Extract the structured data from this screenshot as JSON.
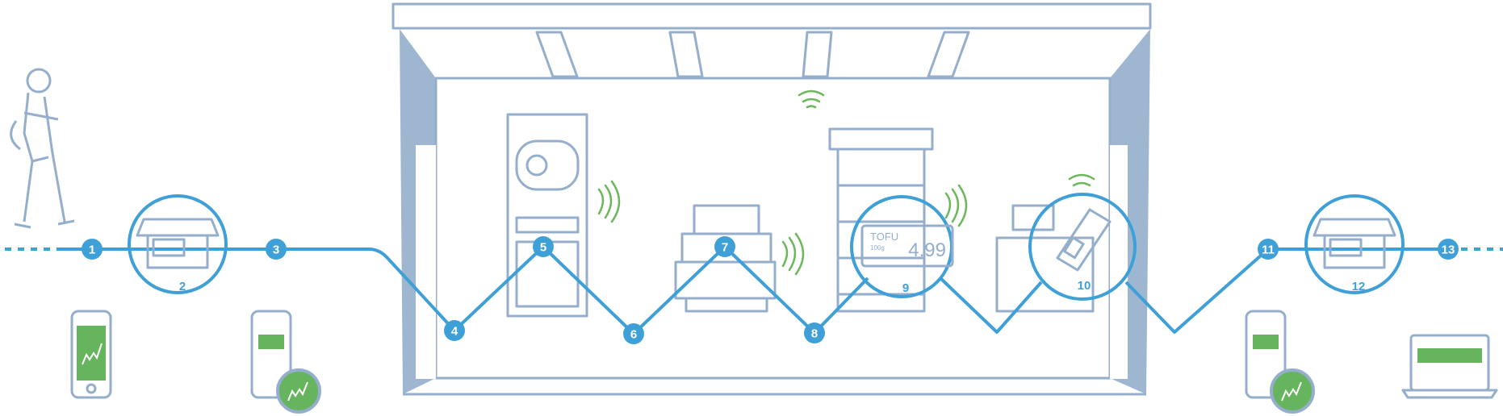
{
  "journey": {
    "nodes": [
      "1",
      "3",
      "4",
      "5",
      "6",
      "7",
      "8",
      "11",
      "13"
    ],
    "stations": [
      "2",
      "9",
      "10",
      "12"
    ]
  },
  "price_tag": {
    "product": "TOFU",
    "weight": "100g",
    "price": "4.99"
  },
  "colors": {
    "path": "#3fa0d8",
    "outline": "#94aecb",
    "signal": "#6ab85a",
    "screen": "#66b55e"
  }
}
